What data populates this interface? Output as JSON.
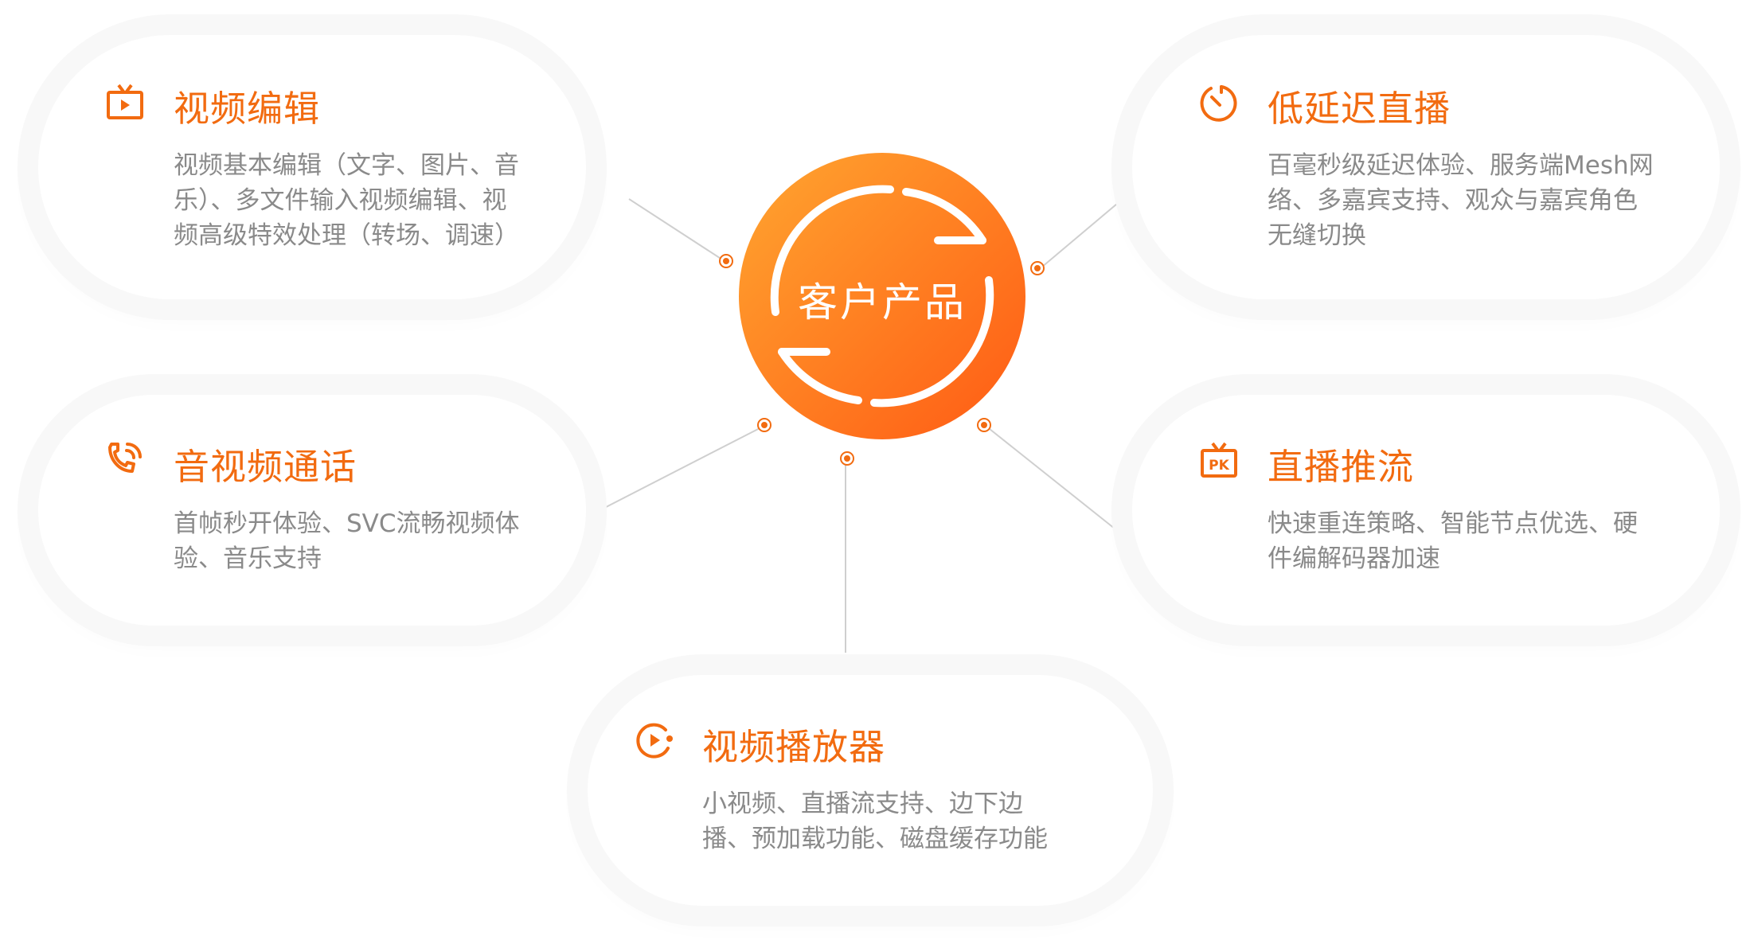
{
  "hub": {
    "label": "客户产品",
    "color_start": "#ffa630",
    "color_end": "#ff5a14"
  },
  "accent": "#f26b10",
  "cards": [
    {
      "id": "video-editing",
      "icon": "tv-play-icon",
      "title": "视频编辑",
      "lines": [
        "视频基本编辑（文字、图片、音",
        "乐）、多文件输入视频编辑、视",
        "频高级特效处理（转场、调速）"
      ]
    },
    {
      "id": "low-latency-live",
      "icon": "timer-icon",
      "title": "低延迟直播",
      "lines": [
        "百毫秒级延迟体验、服务端Mesh网",
        "络、多嘉宾支持、观众与嘉宾角色",
        "无缝切换"
      ]
    },
    {
      "id": "av-call",
      "icon": "phone-call-icon",
      "title": "音视频通话",
      "lines": [
        "首帧秒开体验、SVC流畅视频体",
        "验、音乐支持"
      ]
    },
    {
      "id": "live-push",
      "icon": "pk-tv-icon",
      "title": "直播推流",
      "lines": [
        "快速重连策略、智能节点优选、硬",
        "件编解码器加速"
      ]
    },
    {
      "id": "video-player",
      "icon": "play-circle-icon",
      "title": "视频播放器",
      "lines": [
        "小视频、直播流支持、边下边",
        "播、预加载功能、磁盘缓存功能"
      ]
    }
  ]
}
